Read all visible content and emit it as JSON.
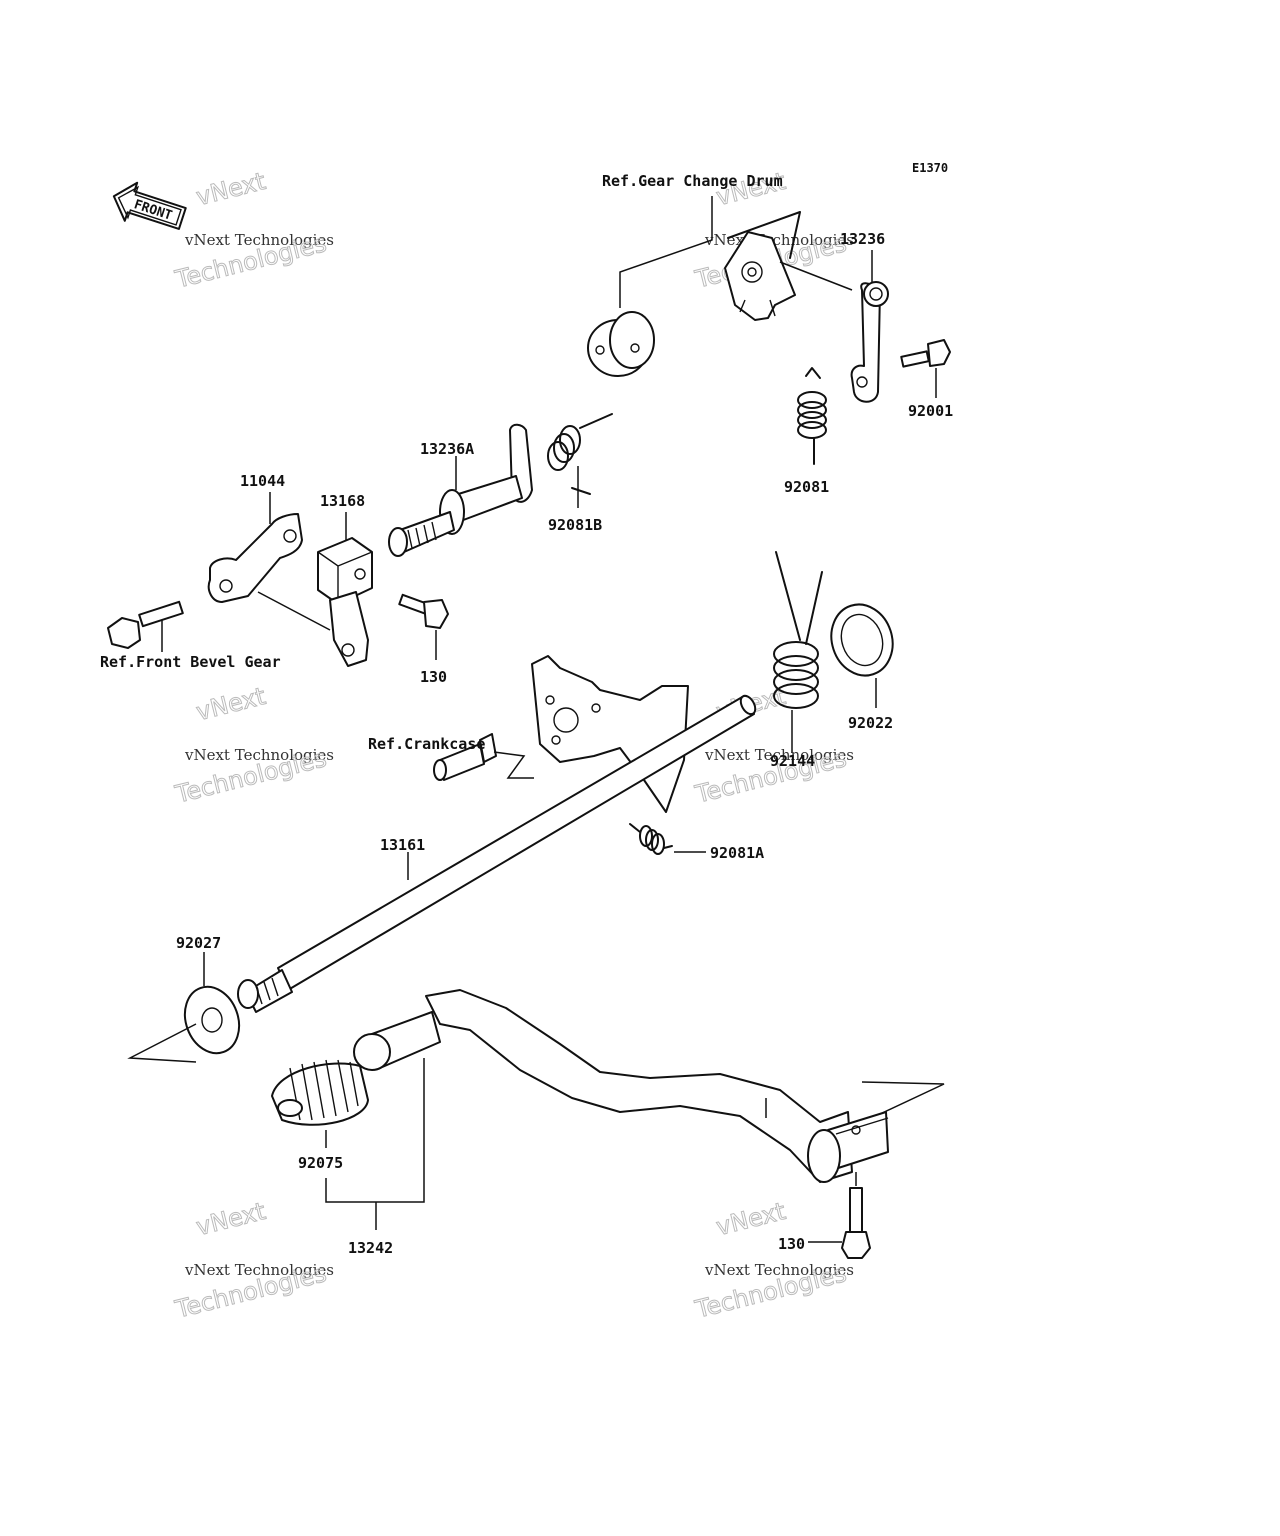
{
  "figure_code": "E1370",
  "front_label": "FRONT",
  "watermark": {
    "line1": "vNext",
    "line2": "vNext Technologies",
    "line3": "Technologies"
  },
  "labels": {
    "ref_gear_change_drum": "Ref.Gear Change Drum",
    "p13236": "13236",
    "p92001": "92001",
    "p92081": "92081",
    "p13236A": "13236A",
    "p92081B": "92081B",
    "p11044": "11044",
    "p13168": "13168",
    "ref_front_bevel_gear": "Ref.Front Bevel Gear",
    "p130_top": "130",
    "p92022": "92022",
    "p92144": "92144",
    "ref_crankcase": "Ref.Crankcase",
    "p92081A": "92081A",
    "p13161": "13161",
    "p92027": "92027",
    "p92075": "92075",
    "p13242": "13242",
    "p130_bottom": "130"
  }
}
